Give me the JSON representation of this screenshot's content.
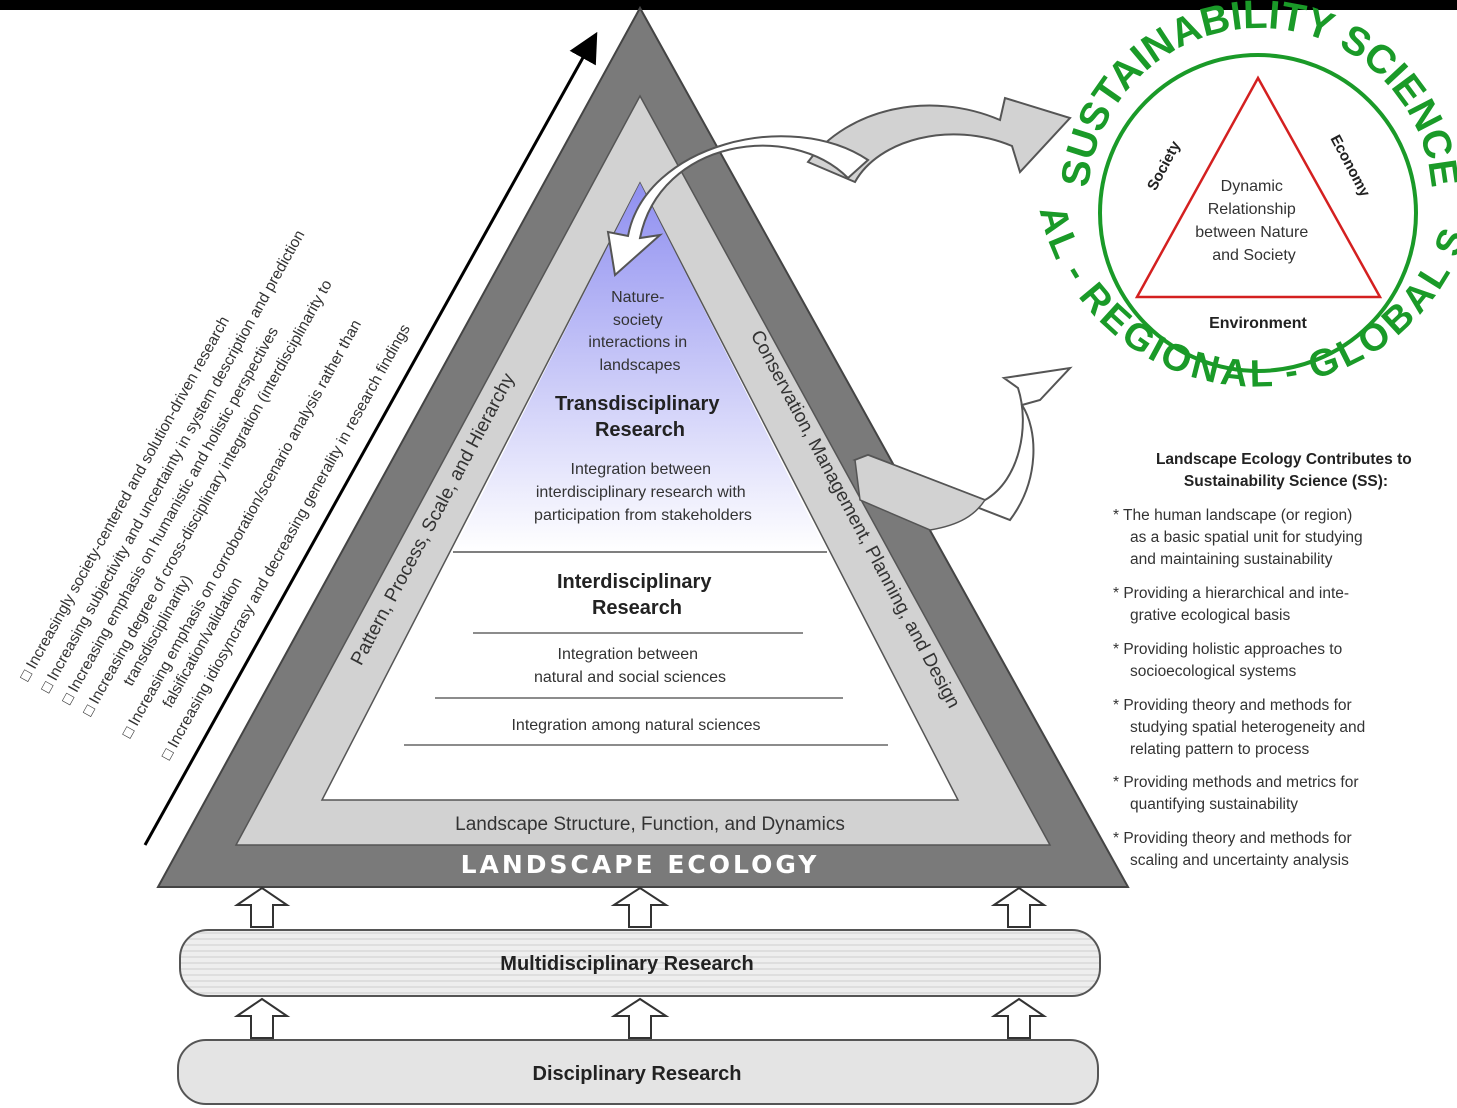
{
  "pyramid": {
    "base_label": "LANDSCAPE ECOLOGY",
    "band_bottom": "Landscape Structure, Function, and Dynamics",
    "band_left": "Pattern, Process, Scale, and Hierarchy",
    "band_right": "Conservation, Management, Planning, and Design",
    "apex": [
      "Nature-",
      "society",
      "interactions in",
      "landscapes"
    ],
    "trans_title": [
      "Transdisciplinary",
      "Research"
    ],
    "trans_desc": [
      "Integration between",
      "interdisciplinary research with",
      "participation from stakeholders"
    ],
    "inter_title": [
      "Interdisciplinary",
      "Research"
    ],
    "inter_desc1": [
      "Integration between",
      "natural and social sciences"
    ],
    "inter_desc2": "Integration among natural sciences"
  },
  "bases": {
    "multi": "Multidisciplinary Research",
    "disc": "Disciplinary Research"
  },
  "trends": [
    "□ Increasingly society-centered and solution-driven research",
    "□ Increasing subjectivity and uncertainty in system description and prediction",
    "□ Increasing emphasis on humanistic and holistic perspectives",
    "□ Increasing degree of cross-disciplinary integration (interdisciplinarity to",
    "transdisciplinarity)",
    "□ Increasing emphasis on corroboration/scenario analysis rather than",
    "falsification/validation",
    "□ Increasing idiosyncrasy and decreasing generality in research findings"
  ],
  "sustainability": {
    "arc_top": "SUSTAINABILITY SCIENCE",
    "arc_bottom": "LOCAL - REGIONAL - GLOBAL SCALE",
    "side_left": "Society",
    "side_right": "Economy",
    "side_bottom": "Environment",
    "center": [
      "Dynamic",
      "Relationship",
      "between Nature",
      "and Society"
    ]
  },
  "contributions": {
    "heading": [
      "Landscape Ecology Contributes to",
      "Sustainability Science (SS):"
    ],
    "items": [
      [
        "* The human landscape (or region)",
        "as a basic spatial unit for studying",
        "and maintaining sustainability"
      ],
      [
        "* Providing a hierarchical and inte-",
        "grative ecological basis"
      ],
      [
        "* Providing holistic approaches to",
        "socioecological systems"
      ],
      [
        "* Providing theory and methods for",
        "studying spatial heterogeneity and",
        "relating pattern to process"
      ],
      [
        "* Providing methods and metrics for",
        "quantifying sustainability"
      ],
      [
        "* Providing theory and methods for",
        "scaling and uncertainty analysis"
      ]
    ]
  },
  "colors": {
    "outer_band": "#7a7a7a",
    "middle_band": "#d2d2d2",
    "inner": "#ffffff",
    "trans_fill_top": "#8f8ff0",
    "ss_green": "#1a9a28",
    "ss_triangle": "#d42020"
  }
}
